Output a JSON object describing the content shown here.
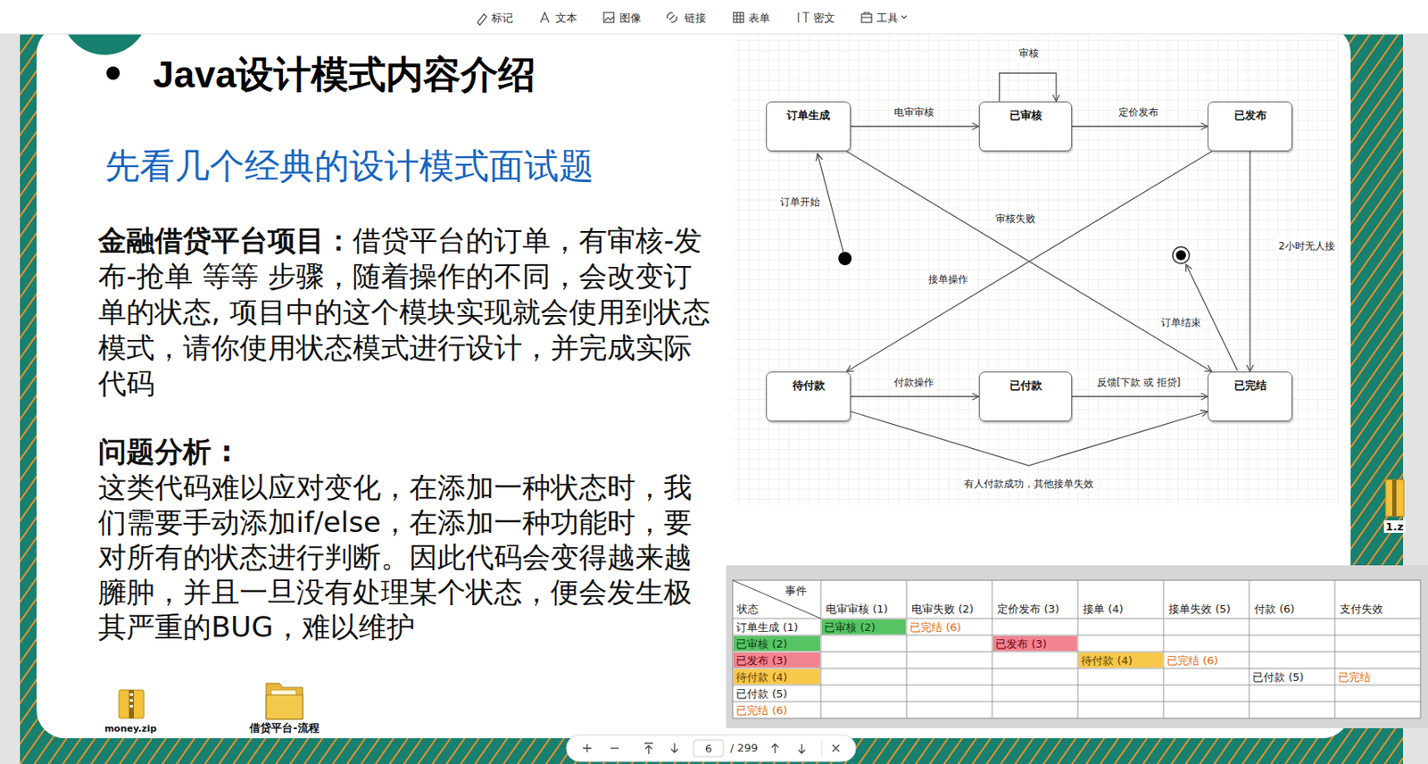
{
  "diagram": {
    "title": "Java设计模式内容介绍",
    "nodes": [
      {
        "text": [
          "订单生成"
        ]
      },
      {
        "text": [
          "已审核"
        ]
      },
      {
        "text": [
          "已发布"
        ]
      },
      {
        "text": [
          "待付款"
        ]
      },
      {
        "text": [
          "已付款"
        ]
      },
      {
        "text": [
          "已完结"
        ]
      }
    ],
    "edges": [
      {
        "from": 0,
        "to": 1,
        "label": "电审审核",
        "arrow": "to"
      },
      {
        "from": 1,
        "to": 1,
        "label": "审核",
        "arrow": "to"
      },
      {
        "from": 1,
        "to": 2,
        "label": "定价发布",
        "arrow": "to"
      },
      {
        "from": 0,
        "to": 5,
        "label": "审核失败",
        "arrow": "to"
      },
      {
        "from": 2,
        "to": 3,
        "label": "接单操作",
        "arrow": "to"
      },
      {
        "from": 2,
        "to": 5,
        "label": "2小时无人接",
        "arrow": "to"
      },
      {
        "from": 3,
        "to": 4,
        "label": "付款操作",
        "arrow": "to"
      },
      {
        "from": 4,
        "to": 5,
        "label": "反馈[下款 或 拒贷]",
        "arrow": "to"
      },
      {
        "from": 3,
        "to": 5,
        "label": "有人付款成功，其他接单失效",
        "arrow": "to"
      }
    ],
    "labels": [
      "标记",
      "文本",
      "图像",
      "链接",
      "表单",
      "密文",
      "工具",
      "先看几个经典的设计模式面试题",
      "金融借贷平台项目：",
      "借贷平台的订单，有审核-发布-抢单 等等 步骤，随着操作的不同，会改变订单的状态, 项目中的这个模块实现就会使用到状态模式，请你使用状态模式进行设计，并完成实际代码",
      "问题分析 :",
      "这类代码难以应对变化，在添加一种状态时，我们需要手动添加if/else，在添加一种功能时，要对所有的状态进行判断。因此代码会变得越来越臃肿，并且一旦没有处理某个状态，便会发生极其严重的BUG，难以维护",
      "订单开始",
      "订单结束",
      "事件",
      "状态",
      "电审审核 (1)",
      "电审失败 (2)",
      "定价发布 (3)",
      "接单 (4)",
      "接单失效 (5)",
      "付款 (6)",
      "支付失效",
      "订单生成 (1)",
      "已审核 (2)",
      "已发布 (3)",
      "待付款 (4)",
      "已付款 (5)",
      "已完结 (6)",
      "已审核 (2)",
      "已完结 (6)",
      "已发布 (3)",
      "待付款 (4)",
      "已完结 (6)",
      "已付款 (5)",
      "已完结",
      "money.zip",
      "借贷平台-流程",
      "1.z",
      "6",
      "/ 299"
    ]
  }
}
